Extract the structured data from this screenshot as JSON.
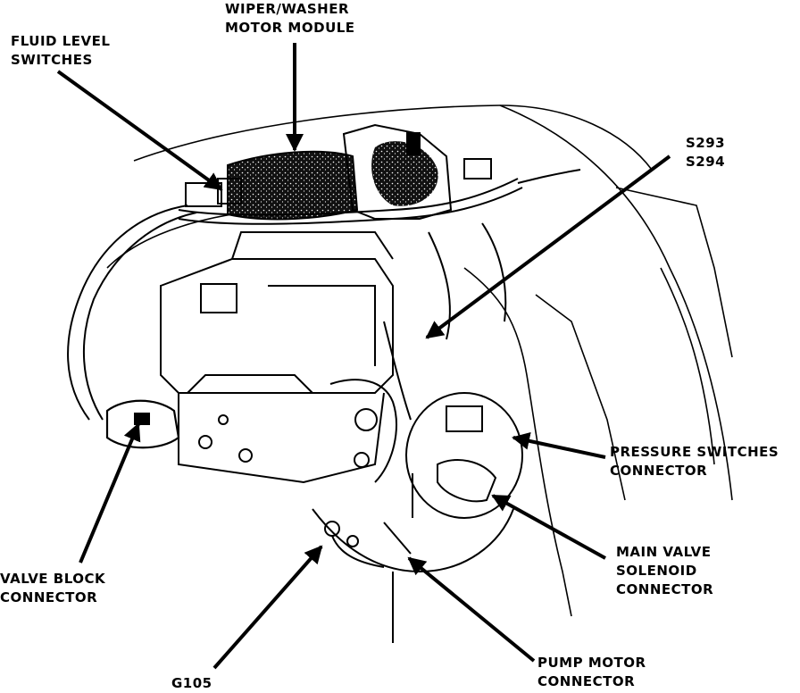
{
  "labels": {
    "fluid_level_switches": [
      "FLUID LEVEL",
      "SWITCHES"
    ],
    "wiper_washer_motor_module": [
      "WIPER/WASHER",
      "MOTOR MODULE"
    ],
    "splices": [
      "S293",
      "S294"
    ],
    "pressure_switches_connector": [
      "PRESSURE SWITCHES",
      "CONNECTOR"
    ],
    "main_valve_solenoid_connector": [
      "MAIN VALVE",
      "SOLENOID",
      "CONNECTOR"
    ],
    "valve_block_connector": [
      "VALVE BLOCK",
      "CONNECTOR"
    ],
    "pump_motor_connector": [
      "PUMP MOTOR",
      "CONNECTOR"
    ],
    "ground": [
      "G105"
    ]
  },
  "colors": {
    "ink": "#000000",
    "paper": "#ffffff"
  }
}
